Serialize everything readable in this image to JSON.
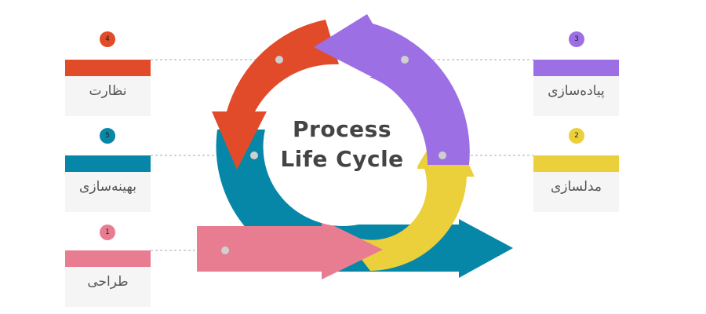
{
  "diagram": {
    "title_line1": "Process",
    "title_line2": "Life Cycle",
    "steps": [
      {
        "number": "1",
        "label": "طراحی",
        "color": "#e87d91"
      },
      {
        "number": "2",
        "label": "مدلسازی",
        "color": "#ebd03c"
      },
      {
        "number": "3",
        "label": "پیاده‌سازی",
        "color": "#9c6fe4"
      },
      {
        "number": "4",
        "label": "نظارت",
        "color": "#e24b2a"
      },
      {
        "number": "5",
        "label": "بهینه‌سازی",
        "color": "#0787a8"
      }
    ],
    "connector_color": "#aaaaaa"
  }
}
